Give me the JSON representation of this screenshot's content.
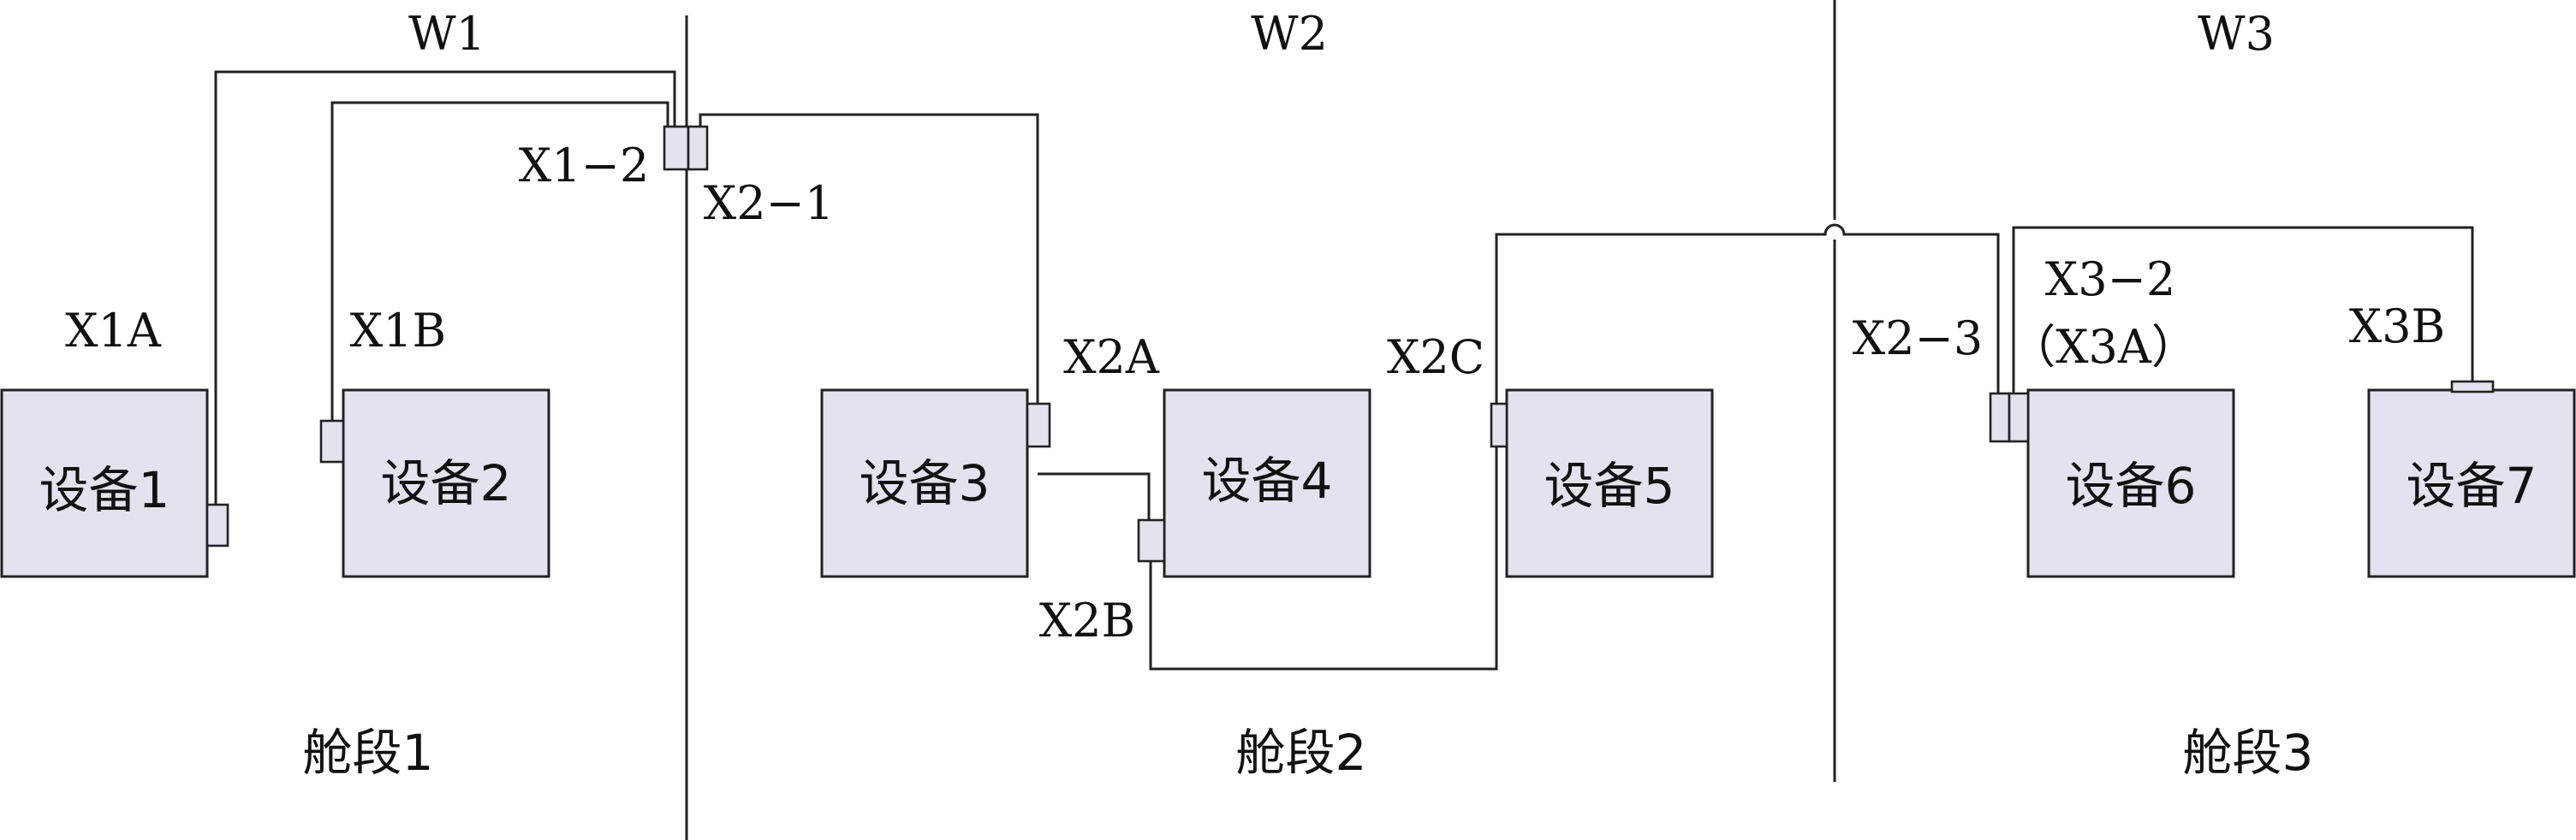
{
  "wires": {
    "w1": "W1",
    "w2": "W2",
    "w3": "W3"
  },
  "sections": {
    "s1": "舱段1",
    "s2": "舱段2",
    "s3": "舱段3"
  },
  "devices": {
    "d1": "设备1",
    "d2": "设备2",
    "d3": "设备3",
    "d4": "设备4",
    "d5": "设备5",
    "d6": "设备6",
    "d7": "设备7"
  },
  "connectors": {
    "x1a": "X1A",
    "x1b": "X1B",
    "x1_2": "X1−2",
    "x2_1": "X2−1",
    "x2a": "X2A",
    "x2b": "X2B",
    "x2c": "X2C",
    "x2_3": "X2−3",
    "x3_2": "X3−2",
    "x3a": "（X3A）",
    "x3b": "X3B"
  },
  "colors": {
    "box_fill": "#e3e3ef",
    "line": "#222222"
  }
}
